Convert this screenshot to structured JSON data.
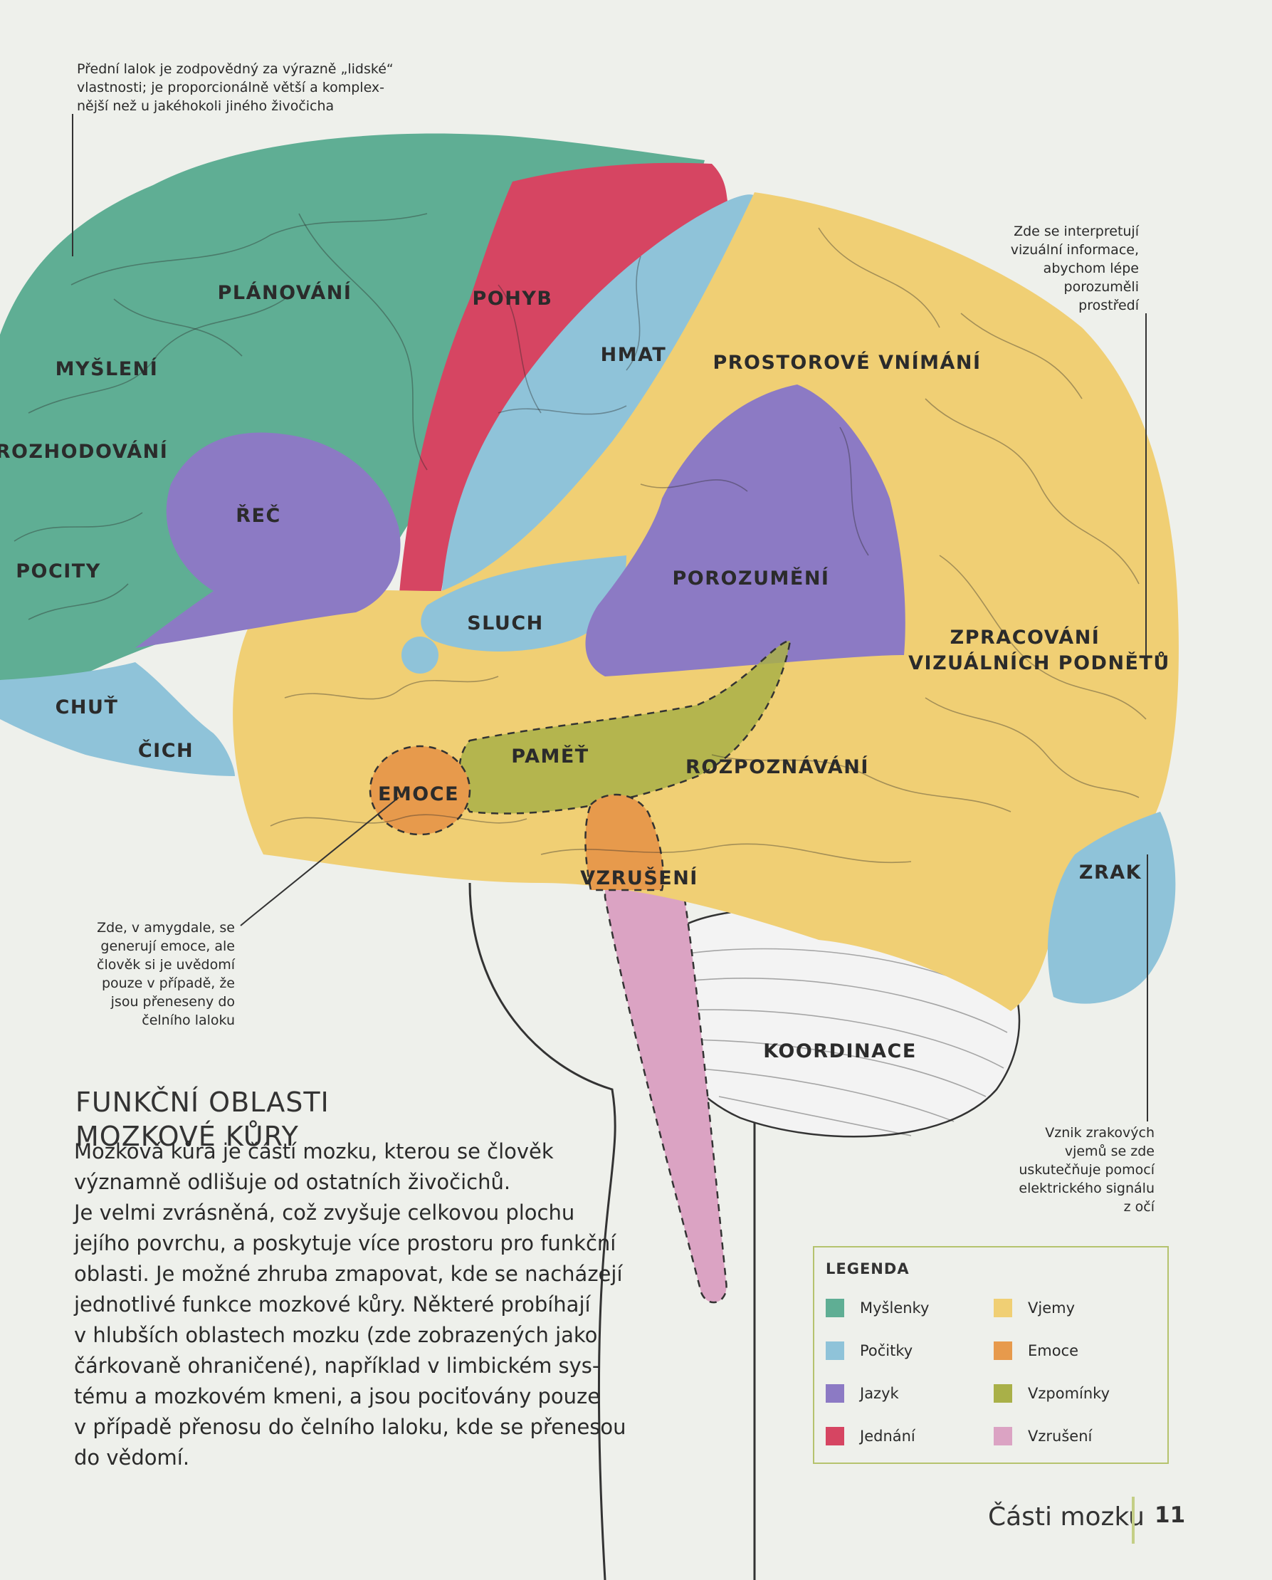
{
  "callouts": {
    "frontal": [
      "Přední lalok je zodpovědný za výrazně „lidské“",
      "vlastnosti; je proporcionálně větší a komplex-",
      "nější než u jakéhokoli jiného živočicha"
    ],
    "visual": [
      "Zde se interpretují",
      "vizuální informace,",
      "abychom lépe",
      "porozuměli",
      "prostředí"
    ],
    "amygdala": [
      "Zde, v amygdale, se",
      "generují emoce, ale",
      "člověk si je uvědomí",
      "pouze v případě, že",
      "jsou přeneseny do",
      "čelního laloku"
    ],
    "eye": [
      "Vznik zrakových",
      "vjemů se zde",
      "uskutečňuje pomocí",
      "elektrického signálu",
      "z očí"
    ]
  },
  "regions": {
    "planovani": "PLÁNOVÁNÍ",
    "mysleni": "MYŠLENÍ",
    "rozhodovani": "ROZHODOVÁNÍ",
    "pocity": "POCITY",
    "rec": "ŘEČ",
    "pohyb": "POHYB",
    "hmat": "HMAT",
    "prostorove": "PROSTOROVÉ VNÍMÁNÍ",
    "porozumeni": "POROZUMĚNÍ",
    "sluch": "SLUCH",
    "zpracovani_1": "ZPRACOVÁNÍ",
    "zpracovani_2": "VIZUÁLNÍCH PODNĚTŮ",
    "chut": "CHUŤ",
    "cich": "ČICH",
    "pamet": "PAMĚŤ",
    "emoce": "EMOCE",
    "rozpoznavani": "ROZPOZNÁVÁNÍ",
    "vzruseni": "VZRUŠENÍ",
    "zrak": "ZRAK",
    "koordinace": "KOORDINACE"
  },
  "heading": [
    "FUNKČNÍ OBLASTI",
    "MOZKOVÉ KŮRY"
  ],
  "body_lines": [
    "Mozková kůra je částí mozku, kterou se člověk",
    "významně odlišuje od ostatních živočichů.",
    "Je velmi zvrásněná, což zvyšuje celkovou plochu",
    "jejího povrchu, a poskytuje více prostoru pro funkční",
    "oblasti. Je možné zhruba zmapovat, kde se nacházejí",
    "jednotlivé funkce mozkové kůry. Některé probíhají",
    "v hlubších oblastech mozku (zde zobrazených jako",
    "čárkovaně ohraničené), například v limbickém sys-",
    "tému a mozkovém kmeni, a jsou pociťovány pouze",
    "v případě přenosu do čelního laloku, kde se přenesou",
    "do vědomí."
  ],
  "legend": {
    "title": "LEGENDA",
    "items": [
      {
        "label": "Myšlenky",
        "color": "#5fae94"
      },
      {
        "label": "Počitky",
        "color": "#8fc3d9"
      },
      {
        "label": "Jazyk",
        "color": "#8c7ac4"
      },
      {
        "label": "Jednání",
        "color": "#d64562"
      },
      {
        "label": "Vjemy",
        "color": "#f0cf74"
      },
      {
        "label": "Emoce",
        "color": "#e79a4c"
      },
      {
        "label": "Vzpomínky",
        "color": "#a9b048"
      },
      {
        "label": "Vzrušení",
        "color": "#dba3c3"
      }
    ]
  },
  "footer": {
    "title": "Části mozku",
    "page": "11"
  }
}
